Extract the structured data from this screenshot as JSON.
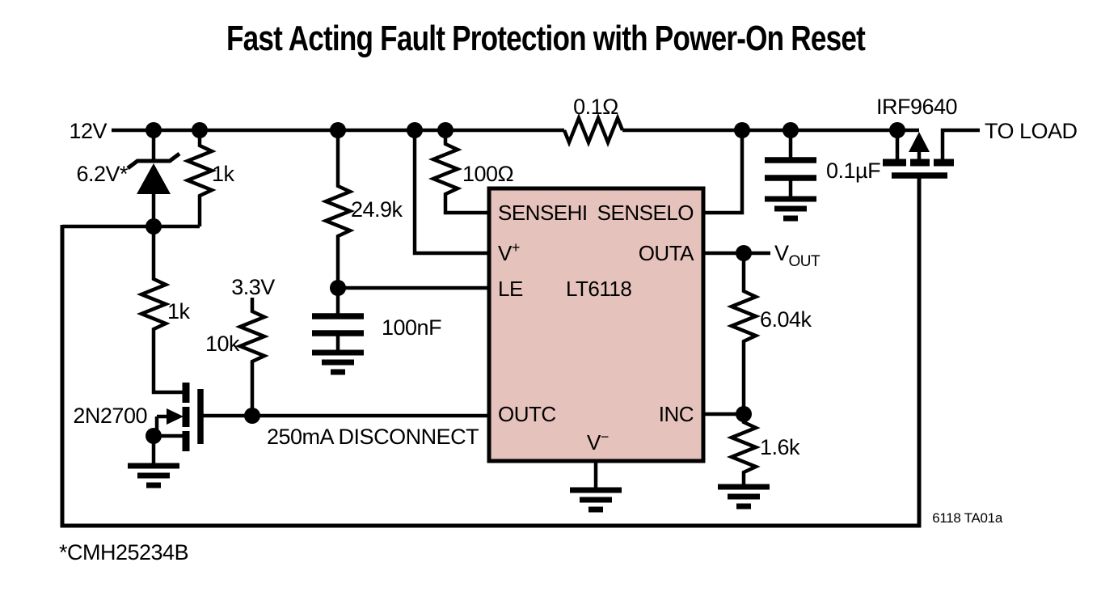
{
  "title": "Fast Acting Fault Protection with Power-On Reset",
  "fig_id": "6118 TA01a",
  "footnote": "*CMH25234B",
  "colors": {
    "ic_fill": "#e5c2bb",
    "line": "#000000",
    "background": "#ffffff"
  },
  "power": {
    "supply": "12V",
    "logic_supply": "3.3V",
    "to_load": "TO LOAD",
    "vout_base": "V",
    "vout_sub": "OUT"
  },
  "components": {
    "zener": "6.2V*",
    "r_zener_parallel": "1k",
    "r_gate_pulldown": "1k",
    "r_24k9": "24.9k",
    "r_100": "100Ω",
    "r_sense": "0.1Ω",
    "r_10k": "10k",
    "r_604k": "6.04k",
    "r_1k6": "1.6k",
    "c_100nF": "100nF",
    "c_01uF": "0.1µF",
    "pfet": "IRF9640",
    "nfet": "2N2700",
    "note": "250mA DISCONNECT"
  },
  "ic": {
    "name": "LT6118",
    "pins": {
      "sensehi": "SENSEHI",
      "senselo": "SENSELO",
      "vplus_base": "V",
      "vplus_sup": "+",
      "outa": "OUTA",
      "le": "LE",
      "outc": "OUTC",
      "inc": "INC",
      "vminus_base": "V",
      "vminus_sup": "−"
    }
  }
}
